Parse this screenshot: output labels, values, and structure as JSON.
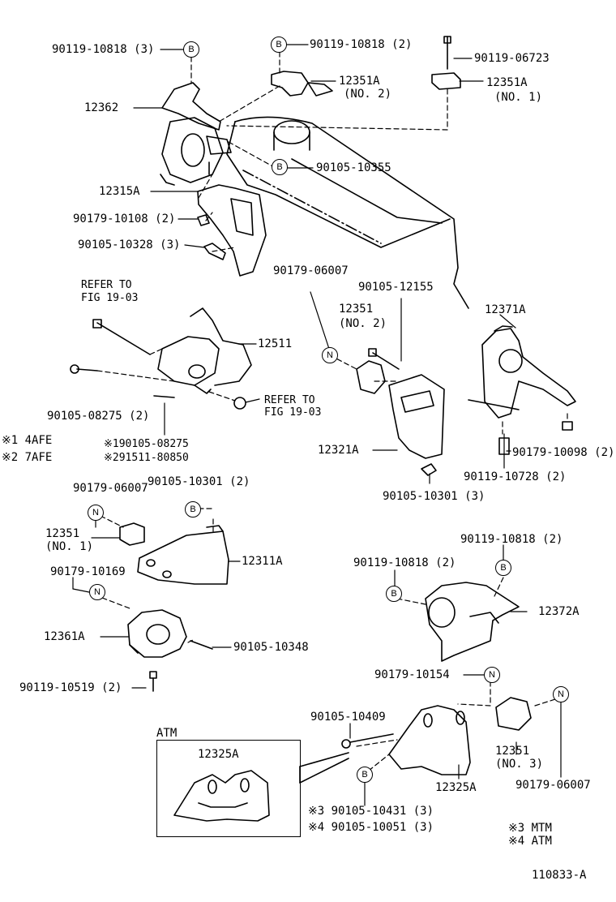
{
  "labels": {
    "t1": "90119-10818 (3)",
    "t2": "90119-10818 (2)",
    "t3": "90119-06723",
    "t4": "12351A",
    "t5": "(NO. 2)",
    "t6": "12351A",
    "t7": "(NO. 1)",
    "t8": "12362",
    "t9": "90105-10355",
    "t10": "12315A",
    "t11": "90179-10108 (2)",
    "t12": "90105-10328 (3)",
    "t13": "90179-06007",
    "t14": "90105-12155",
    "t15": "REFER TO",
    "t16": "FIG 19-03",
    "t17": "12351",
    "t18": "(NO. 2)",
    "t19": "12371A",
    "t20": "12511",
    "t21": "REFER TO",
    "t22": "FIG 19-03",
    "t23": "90105-08275 (2)",
    "t24": "※1 4AFE",
    "t25": "※2 7AFE",
    "t26": "※190105-08275",
    "t27": "※291511-80850",
    "t28": "12321A",
    "t29": "90179-10098 (2)",
    "t30": "90119-10728 (2)",
    "t31": "90105-10301 (3)",
    "t32": "90179-06007",
    "t33": "90105-10301 (2)",
    "t34": "12351",
    "t35": "(NO. 1)",
    "t36": "12311A",
    "t37": "90179-10169",
    "t38": "90119-10818 (2)",
    "t39": "90119-10818 (2)",
    "t40": "12372A",
    "t41": "12361A",
    "t42": "90105-10348",
    "t43": "90119-10519 (2)",
    "t44": "90179-10154",
    "t45": "90105-10409",
    "t46": "ATM",
    "t47": "12325A",
    "t48": "12351",
    "t49": "(NO. 3)",
    "t50": "12325A",
    "t51": "90179-06007",
    "t52": "※3 90105-10431 (3)",
    "t53": "※4 90105-10051 (3)",
    "t54": "※3 MTM",
    "t55": "※4 ATM",
    "t56": "110833-A"
  },
  "markers": {
    "b": "B",
    "n": "N"
  }
}
